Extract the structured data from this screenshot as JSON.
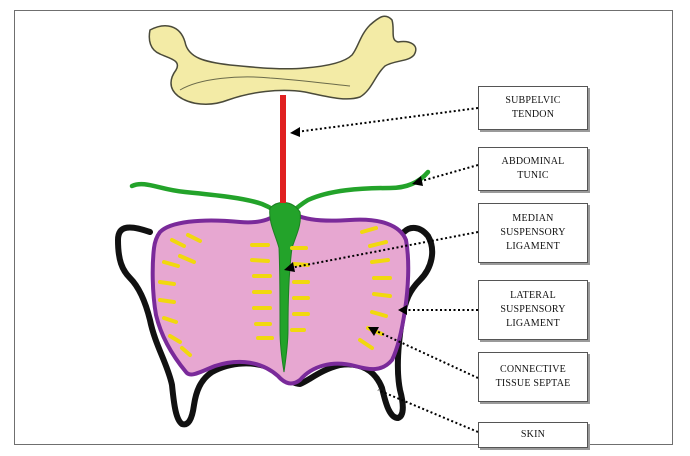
{
  "labels": {
    "subpelvic_tendon": "SUBPELVIC\nTENDON",
    "abdominal_tunic": "ABDOMINAL\nTUNIC",
    "median_ligament": "MEDIAN\nSUSPENSORY\nLIGAMENT",
    "lateral_ligament": "LATERAL\nSUSPENSORY\nLIGAMENT",
    "connective_septae": "CONNECTIVE\nTISSUE SEPTAE",
    "skin": "SKIN"
  },
  "colors": {
    "bone": "#f3eba6",
    "bone_outline": "#4a4a3a",
    "tendon": "#e02020",
    "tunic": "#23a32a",
    "gland": "#e7a7d1",
    "gland_outline": "#7a2a9a",
    "skin": "#111111",
    "septae": "#f1d80e"
  }
}
